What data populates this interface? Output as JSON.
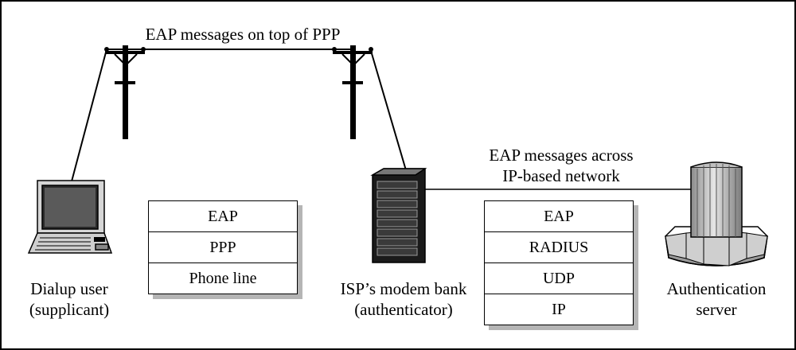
{
  "labels": {
    "top_link": "EAP messages on top of PPP",
    "ip_link_line1": "EAP messages across",
    "ip_link_line2": "IP-based network",
    "dialup_line1": "Dialup user",
    "dialup_line2": "(supplicant)",
    "isp_line1": "ISP’s modem bank",
    "isp_line2": "(authenticator)",
    "auth_line1": "Authentication",
    "auth_line2": "server"
  },
  "left_stack": [
    "EAP",
    "PPP",
    "Phone line"
  ],
  "right_stack": [
    "EAP",
    "RADIUS",
    "UDP",
    "IP"
  ],
  "icons": {
    "dialup": "laptop-icon",
    "isp": "server-rack-icon",
    "auth": "mainframe-server-icon",
    "poles": "telephone-pole-icon"
  },
  "colors": {
    "stroke": "#000000",
    "shadow": "#b5b5b5",
    "metal": "#c8c8c8"
  }
}
